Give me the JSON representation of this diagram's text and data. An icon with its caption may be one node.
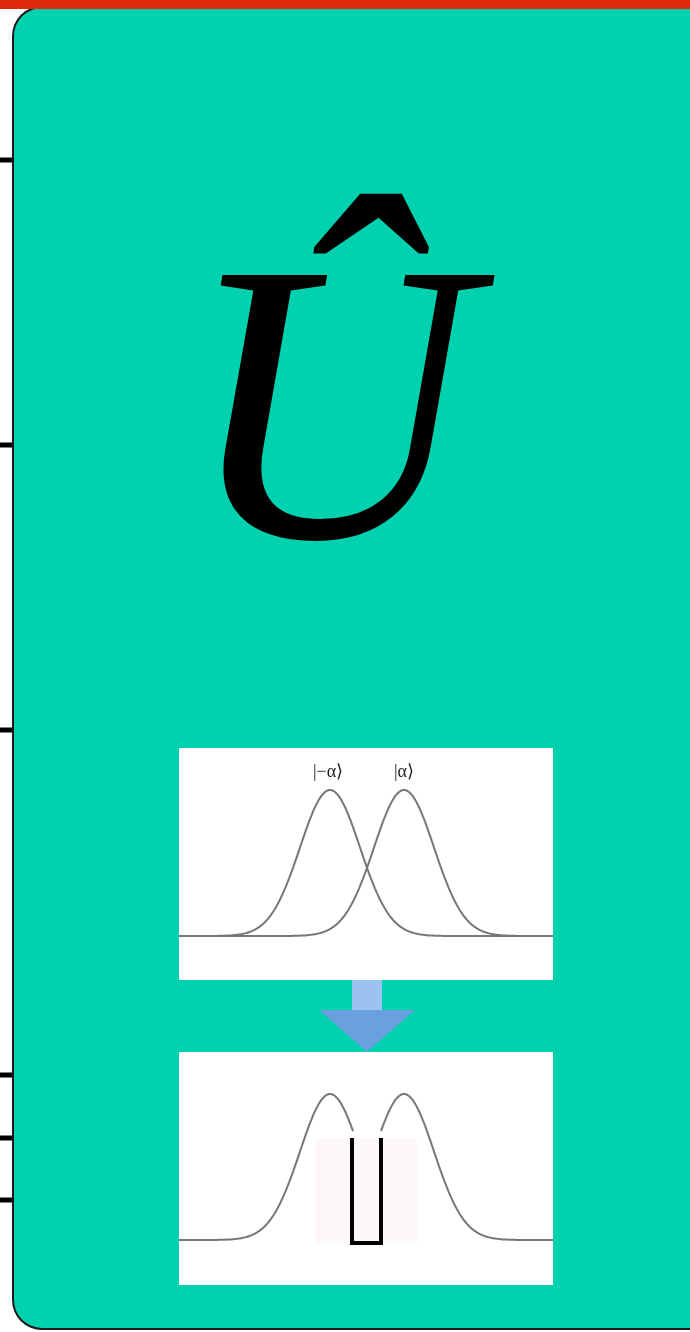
{
  "diagram": {
    "nodes": [
      {
        "text": [
          "Û"
        ]
      },
      {
        "text": [
          "|−α⟩",
          "|α⟩"
        ],
        "in": 0
      },
      {
        "text": [],
        "shape": "picture",
        "in": 0
      }
    ],
    "edges": [
      {
        "from": null,
        "to": 0,
        "arrow": "none"
      },
      {
        "from": null,
        "to": 0,
        "arrow": "none"
      },
      {
        "from": null,
        "to": 0,
        "arrow": "none"
      },
      {
        "from": null,
        "to": 0,
        "arrow": "none"
      },
      {
        "from": null,
        "to": 0,
        "arrow": "none"
      },
      {
        "from": null,
        "to": 0,
        "arrow": "none"
      },
      {
        "from": 1,
        "to": 2,
        "arrow": "to",
        "style": "thick",
        "color": "#9cc2f2"
      }
    ]
  }
}
